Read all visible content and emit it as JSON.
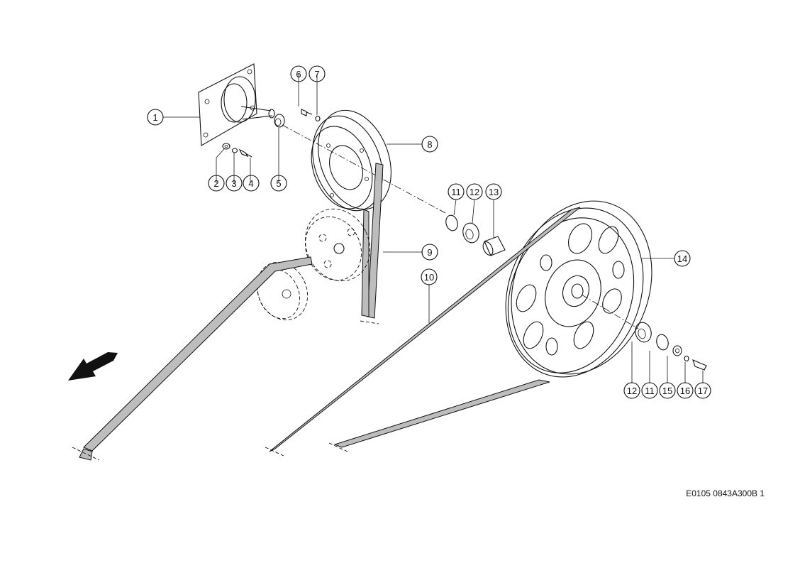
{
  "callouts": [
    {
      "id": "1",
      "label": "1"
    },
    {
      "id": "2",
      "label": "2"
    },
    {
      "id": "3",
      "label": "3"
    },
    {
      "id": "4",
      "label": "4"
    },
    {
      "id": "5",
      "label": "5"
    },
    {
      "id": "6",
      "label": "6"
    },
    {
      "id": "7",
      "label": "7"
    },
    {
      "id": "8",
      "label": "8"
    },
    {
      "id": "9",
      "label": "9"
    },
    {
      "id": "10",
      "label": "10"
    },
    {
      "id": "11a",
      "label": "11"
    },
    {
      "id": "12a",
      "label": "12"
    },
    {
      "id": "13",
      "label": "13"
    },
    {
      "id": "14",
      "label": "14"
    },
    {
      "id": "12b",
      "label": "12"
    },
    {
      "id": "11b",
      "label": "11"
    },
    {
      "id": "15",
      "label": "15"
    },
    {
      "id": "16",
      "label": "16"
    },
    {
      "id": "17",
      "label": "17"
    }
  ],
  "drawing_code": "E0105 0843A300B 1",
  "colors": {
    "line": "#111111",
    "belt": "#bdbdbd",
    "background": "#ffffff"
  },
  "icons": {
    "direction_arrow": "arrow-left-down-icon"
  }
}
